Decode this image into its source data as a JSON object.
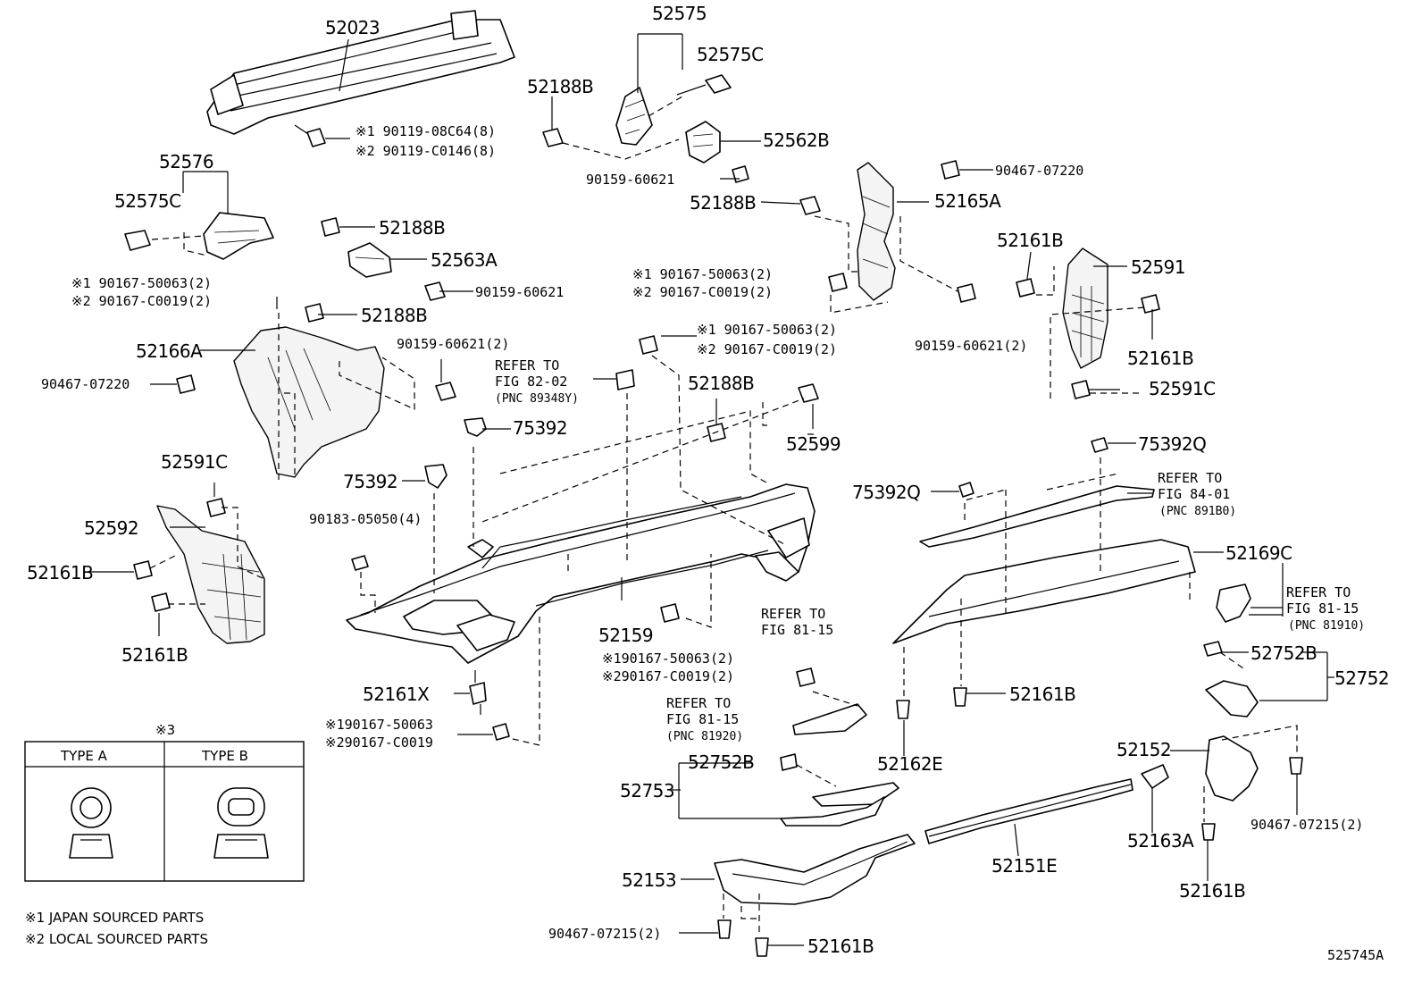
{
  "labels": {
    "p52023": "52023",
    "p52575": "52575",
    "p52575C_a": "52575C",
    "p52188B_a": "52188B",
    "p52562B": "52562B",
    "p90159_60621_a": "90159-60621",
    "p52188B_b": "52188B",
    "p90467_07220_a": "90467-07220",
    "p52165A": "52165A",
    "p52576": "52576",
    "p52575C_b": "52575C",
    "p52188B_c": "52188B",
    "p52563A": "52563A",
    "p90159_60621_b": "90159-60621",
    "p52188B_d": "52188B",
    "p52166A": "52166A",
    "p90467_07220_b": "90467-07220",
    "p90159_60621_2_a": "90159-60621(2)",
    "p52161B_a": "52161B",
    "p52591": "52591",
    "p52161B_b": "52161B",
    "p52591C_a": "52591C",
    "p90159_60621_2_b": "90159-60621(2)",
    "p52188B_e": "52188B",
    "p52599": "52599",
    "p75392_a": "75392",
    "p75392_b": "75392",
    "p75392Q_a": "75392Q",
    "p75392Q_b": "75392Q",
    "p52591C_b": "52591C",
    "p52592": "52592",
    "p52161B_c": "52161B",
    "p52161B_d": "52161B",
    "p90183_05050": "90183-05050(4)",
    "p52159": "52159",
    "p52169C": "52169C",
    "p52161X": "52161X",
    "p52161B_e": "52161B",
    "p52162E": "52162E",
    "p52752B_a": "52752B",
    "p52752": "52752",
    "p52752B_b": "52752B",
    "p52753": "52753",
    "p52152": "52152",
    "p52163A": "52163A",
    "p52151E": "52151E",
    "p52153": "52153",
    "p90467_07215_a": "90467-07215(2)",
    "p52161B_f": "52161B",
    "p90467_07215_b": "90467-07215(2)",
    "p52161B_g": "52161B"
  },
  "bolts": {
    "top_a1": "※1 90119-08C64(8)",
    "top_a2": "※2 90119-C0146(8)",
    "left_b1": "※1 90167-50063(2)",
    "left_b2": "※2 90167-C0019(2)",
    "mid_c1": "※1 90167-50063(2)",
    "mid_c2": "※2 90167-C0019(2)",
    "cen_d1": "※1 90167-50063(2)",
    "cen_d2": "※2 90167-C0019(2)",
    "low_e1": "※190167-50063(2)",
    "low_e2": "※290167-C0019(2)",
    "bot_f1": "※190167-50063",
    "bot_f2": "※290167-C0019"
  },
  "refs": {
    "r1_title": "REFER TO",
    "r1_fig": "FIG 82-02",
    "r1_pnc": "(PNC 89348Y)",
    "r2_title": "REFER TO",
    "r2_fig": "FIG 84-01",
    "r2_pnc": "(PNC 891B0)",
    "r3_title": "REFER TO",
    "r3_fig": "FIG 81-15",
    "r3_pnc": "(PNC 81910)",
    "r4_title": "REFER TO",
    "r4_fig": "FIG 81-15",
    "r5_title": "REFER TO",
    "r5_fig": "FIG 81-15",
    "r5_pnc": "(PNC 81920)"
  },
  "legend": {
    "mark": "※3",
    "type_a": "TYPE A",
    "type_b": "TYPE B",
    "note1": "※1 JAPAN SOURCED PARTS",
    "note2": "※2 LOCAL SOURCED PARTS",
    "mark3_small": "※3"
  },
  "diagram_id": "525745A"
}
